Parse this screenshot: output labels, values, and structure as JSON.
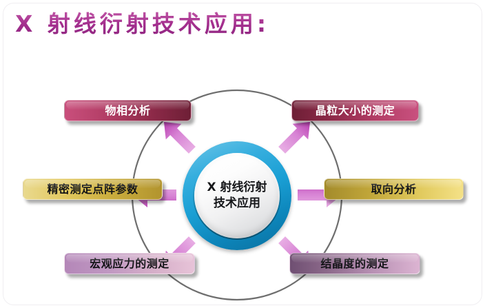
{
  "slide": {
    "title": "X 射线衍射技术应用:",
    "title_color": "#a5308f",
    "background_color": "#ffffff"
  },
  "hub": {
    "name": "x-ray-diffraction-hub",
    "line1": "X 射线衍射",
    "line2": "技术应用",
    "ring_color": "#1a9fd4",
    "face_color": "#f1f1f2"
  },
  "arrows": {
    "color": "#c865c0",
    "count": 6,
    "directions": [
      "up-left",
      "up-right",
      "left",
      "right",
      "down-left",
      "down-right"
    ]
  },
  "orbit": {
    "stroke_color": "#6e6e6e",
    "note": "thin grey circle linking all six application boxes"
  },
  "applications": [
    {
      "id": "phase-analysis",
      "label": "物相分析",
      "position": "top-left",
      "color_from": "#c94f7c",
      "color_to": "#6e1f36",
      "text_color": "#ffffff"
    },
    {
      "id": "grain-size-measurement",
      "label": "晶粒大小的测定",
      "position": "top-right",
      "color_from": "#6e1f36",
      "color_to": "#c9517f",
      "text_color": "#ffffff"
    },
    {
      "id": "precise-lattice-parameter",
      "label": "精密测定点阵参数",
      "position": "middle-left",
      "color_from": "#e9d98e",
      "color_to": "#b2942e",
      "text_color": "#111215"
    },
    {
      "id": "orientation-analysis",
      "label": "取向分析",
      "position": "middle-right",
      "color_from": "#a38b2b",
      "color_to": "#f4e187",
      "text_color": "#111215"
    },
    {
      "id": "macro-stress-measurement",
      "label": "宏观应力的测定",
      "position": "bottom-left",
      "color_from": "#b487b8",
      "color_to": "#e7c3d8",
      "text_color": "#111215"
    },
    {
      "id": "crystallinity-measurement",
      "label": "结晶度的测定",
      "position": "bottom-right",
      "color_from": "#6f4f72",
      "color_to": "#dcb4d2",
      "text_color": "#111215"
    }
  ]
}
